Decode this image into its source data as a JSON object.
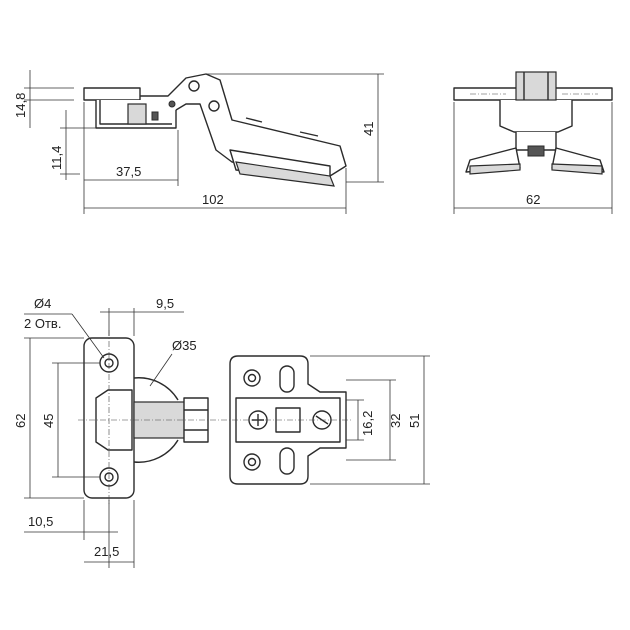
{
  "dimensions": {
    "side_view": {
      "cup_depth": "14,8",
      "arm_height": "11,4",
      "cup_offset": "37,5",
      "overall_length": "102",
      "overall_height": "41"
    },
    "end_view": {
      "plate_width": "62"
    },
    "top_view": {
      "hole_diameter": "Ø4",
      "hole_count_note": "2 Отв.",
      "hole_offset": "9,5",
      "cup_diameter": "Ø35",
      "plate_height": "62",
      "hole_spacing": "45",
      "edge_distance": "10,5",
      "plate_depth": "21,5",
      "slot_spacing": "16,2",
      "mount_hole_spacing": "32",
      "mount_plate_height": "51"
    }
  }
}
